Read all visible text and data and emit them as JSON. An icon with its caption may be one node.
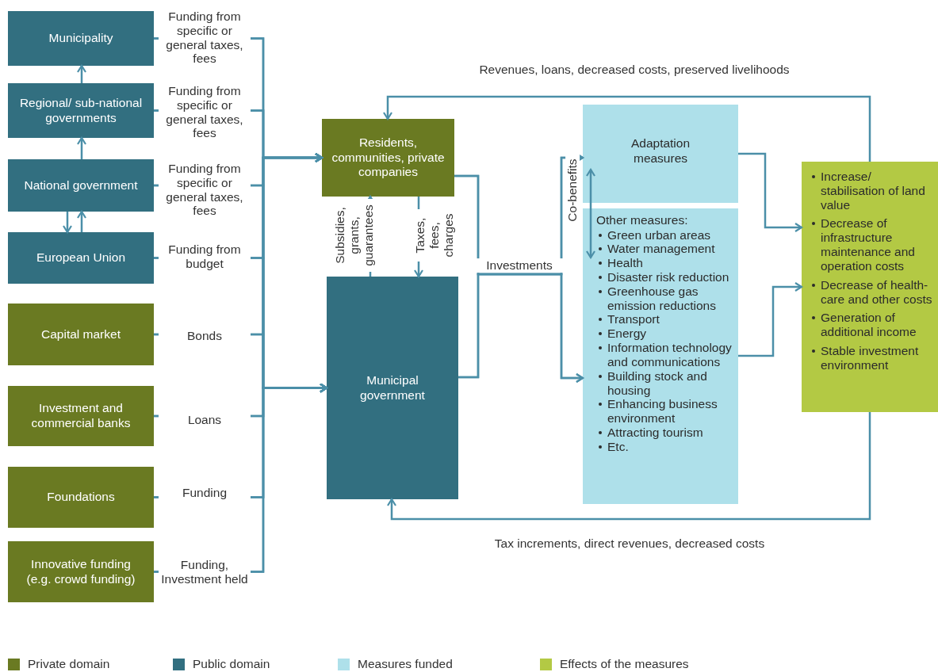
{
  "diagram": {
    "nodes": [
      {
        "text": [
          "Municipality"
        ]
      },
      {
        "text": [
          "Regional/ sub-national governments"
        ]
      },
      {
        "text": [
          "National government"
        ]
      },
      {
        "text": [
          "European Union"
        ]
      },
      {
        "text": [
          "Capital market"
        ]
      },
      {
        "text": [
          "Investment and commercial banks"
        ]
      },
      {
        "text": [
          "Foundations"
        ]
      },
      {
        "text": [
          "Innovative funding (e.g. crowd funding)"
        ]
      },
      {
        "text": [
          "Residents, communities, private companies"
        ]
      },
      {
        "text": [
          "Municipal government"
        ]
      },
      {
        "text": [
          "Adaptation measures"
        ]
      },
      {
        "text": [
          "Other measures:",
          "Green urban areas",
          "Water management",
          "Health",
          "Disaster risk reduction",
          "Greenhouse gas emission reductions",
          "Transport",
          "Energy",
          "Information technology and communications",
          "Building stock and housing",
          "Enhancing business environment",
          "Attracting tourism",
          "Etc."
        ]
      },
      {
        "text": [
          "Increase/ stabilisation of land value",
          "Decrease of infrastructure maintenance and operation costs",
          "Decrease of health-care and other costs",
          "Generation of additional income",
          "Stable investment environment"
        ]
      }
    ],
    "edges": [
      {
        "from": 0,
        "to": 8,
        "arrow": "to",
        "label": "Funding from specific or general taxes, fees"
      },
      {
        "from": 0,
        "to": 9,
        "arrow": "to"
      },
      {
        "from": 1,
        "to": 8,
        "arrow": "to",
        "label": "Funding from specific or general taxes, fees"
      },
      {
        "from": 1,
        "to": 9,
        "arrow": "to"
      },
      {
        "from": 2,
        "to": 8,
        "arrow": "to",
        "label": "Funding from specific or general taxes, fees"
      },
      {
        "from": 2,
        "to": 9,
        "arrow": "to"
      },
      {
        "from": 3,
        "to": 8,
        "arrow": "to",
        "label": "Funding from budget"
      },
      {
        "from": 3,
        "to": 9,
        "arrow": "to"
      },
      {
        "from": 4,
        "to": 8,
        "arrow": "to",
        "label": "Bonds"
      },
      {
        "from": 4,
        "to": 9,
        "arrow": "to"
      },
      {
        "from": 5,
        "to": 8,
        "arrow": "to",
        "label": "Loans"
      },
      {
        "from": 5,
        "to": 9,
        "arrow": "to"
      },
      {
        "from": 6,
        "to": 8,
        "arrow": "to",
        "label": "Funding"
      },
      {
        "from": 6,
        "to": 9,
        "arrow": "to"
      },
      {
        "from": 7,
        "to": 8,
        "arrow": "to",
        "label": "Funding, Investment held"
      },
      {
        "from": 7,
        "to": 9,
        "arrow": "to"
      },
      {
        "from": 1,
        "to": 0,
        "arrow": "to"
      },
      {
        "from": 2,
        "to": 1,
        "arrow": "to"
      },
      {
        "from": 3,
        "to": 2,
        "arrow": "to"
      },
      {
        "from": 2,
        "to": 3,
        "arrow": "to"
      },
      {
        "from": 9,
        "to": 8,
        "arrow": "to",
        "label": "Subsidies, grants, guarantees"
      },
      {
        "from": 8,
        "to": 9,
        "arrow": "to",
        "label": "Taxes, fees, charges"
      },
      {
        "from": 8,
        "to": 10,
        "arrow": "to",
        "label": "Investments"
      },
      {
        "from": 8,
        "to": 11,
        "arrow": "to"
      },
      {
        "from": 9,
        "to": 10,
        "arrow": "to"
      },
      {
        "from": 9,
        "to": 11,
        "arrow": "to"
      },
      {
        "from": 10,
        "to": 11,
        "arrow": "both",
        "label": "Co-benefits"
      },
      {
        "from": 10,
        "to": 12,
        "arrow": "to"
      },
      {
        "from": 11,
        "to": 12,
        "arrow": "to"
      },
      {
        "from": 12,
        "to": 8,
        "arrow": "to",
        "label": "Revenues, loans, decreased costs, preserved livelihoods"
      },
      {
        "from": 12,
        "to": 9,
        "arrow": "to",
        "label": "Tax increments, direct revenues, decreased costs"
      }
    ],
    "legend": [
      {
        "text": "Private domain",
        "color": "#6a7a22"
      },
      {
        "text": "Public domain",
        "color": "#326f80"
      },
      {
        "text": "Measures funded",
        "color": "#aee0ea"
      },
      {
        "text": "Effects of the measures",
        "color": "#b3c944"
      }
    ]
  }
}
